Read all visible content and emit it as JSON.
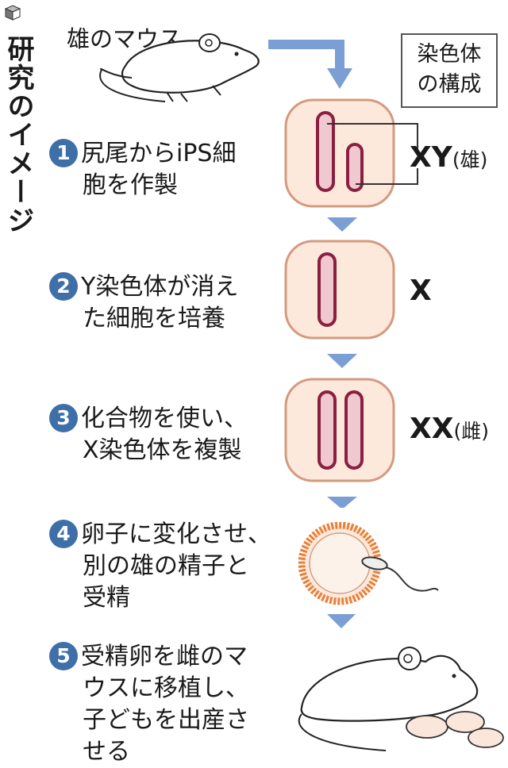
{
  "title": "研究のイメージ",
  "top_label": "雄のマウス",
  "legend": {
    "line1": "染色体",
    "line2": "の構成"
  },
  "steps": [
    {
      "num": "1",
      "line1": "尻尾からiPS細",
      "line2": "胞を作製",
      "line3": "",
      "line4": ""
    },
    {
      "num": "2",
      "line1": "Y染色体が消え",
      "line2": "た細胞を培養",
      "line3": "",
      "line4": ""
    },
    {
      "num": "3",
      "line1": "化合物を使い、",
      "line2": "X染色体を複製",
      "line3": "",
      "line4": ""
    },
    {
      "num": "4",
      "line1": "卵子に変化させ、",
      "line2": "別の雄の精子と",
      "line3": "受精",
      "line4": ""
    },
    {
      "num": "5",
      "line1": "受精卵を雌のマ",
      "line2": "ウスに移植し、",
      "line3": "子どもを出産さ",
      "line4": "せる"
    }
  ],
  "chromosomes": [
    {
      "label": "XY",
      "note": "(雄)"
    },
    {
      "label": "X",
      "note": ""
    },
    {
      "label": "XX",
      "note": "(雌)"
    }
  ],
  "colors": {
    "step_circle": "#3f6fa8",
    "arrow": "#7b9fd4",
    "cell_fill": "#fde9dc",
    "cell_border": "#d49a80",
    "chromosome_fill": "#f0c8d0",
    "chromosome_border": "#8b1f3f",
    "egg_border": "#e8823a"
  }
}
